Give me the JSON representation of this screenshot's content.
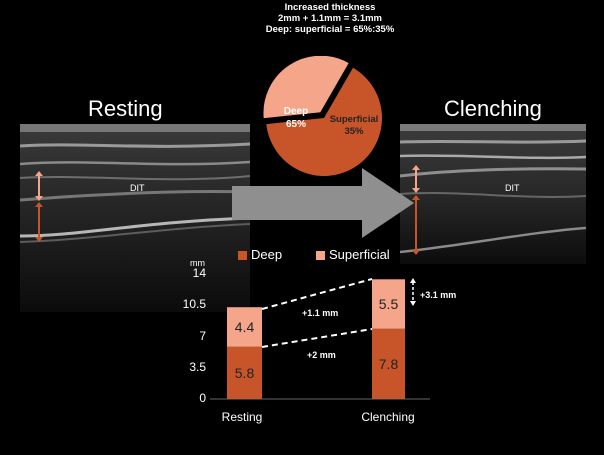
{
  "labels": {
    "resting_title": "Resting",
    "clenching_title": "Clenching",
    "dit_left": "DIT",
    "dit_right": "DIT"
  },
  "pie": {
    "header_line1": "Increased thickness",
    "header_line2": "2mm + 1.1mm = 3.1mm",
    "header_line3": "Deep: superficial = 65%:35%",
    "deep_label": "Deep",
    "deep_pct": "65%",
    "superficial_label": "Superficial",
    "superficial_pct": "35%",
    "deep_value": 65,
    "superficial_value": 35
  },
  "colors": {
    "deep": "#c8552a",
    "superficial": "#f4a58a",
    "arrow_gray": "#8f8f8f"
  },
  "chart_data": {
    "type": "bar",
    "stacked": true,
    "categories": [
      "Resting",
      "Clenching"
    ],
    "series": [
      {
        "name": "Deep",
        "values": [
          5.8,
          7.8
        ]
      },
      {
        "name": "Superficial",
        "values": [
          4.4,
          5.5
        ]
      }
    ],
    "ylabel": "mm",
    "yticks": [
      "14",
      "10.5",
      "7",
      "3.5",
      "0"
    ],
    "ylim": [
      0,
      14
    ],
    "annotations": [
      "+1.1 mm",
      "+2 mm",
      "+3.1 mm"
    ],
    "legend": "top"
  }
}
